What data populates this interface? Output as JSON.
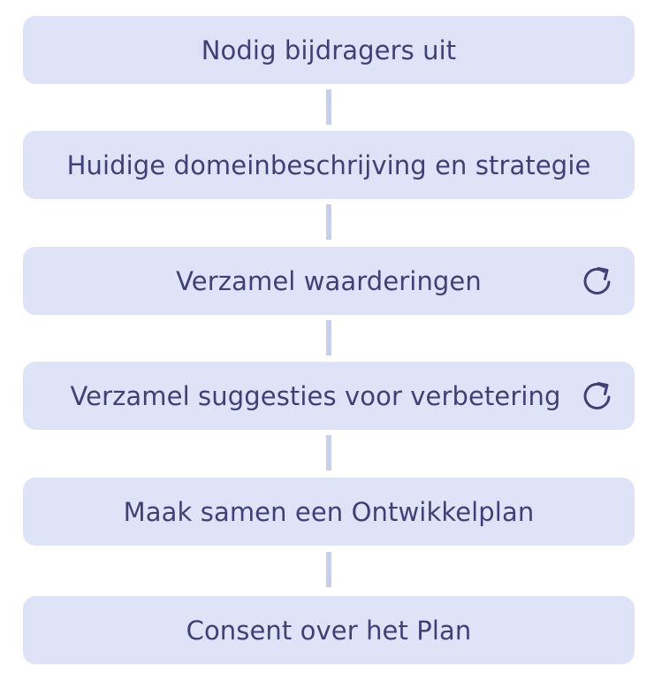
{
  "flow": {
    "steps": [
      {
        "label": "Nodig bijdragers uit",
        "repeat_icon": false
      },
      {
        "label": "Huidige domeinbeschrijving en strategie",
        "repeat_icon": false
      },
      {
        "label": "Verzamel waarderingen",
        "repeat_icon": true
      },
      {
        "label": "Verzamel suggesties voor verbetering",
        "repeat_icon": true
      },
      {
        "label": "Maak samen een Ontwikkelplan",
        "repeat_icon": false
      },
      {
        "label": "Consent over het Plan",
        "repeat_icon": false
      }
    ],
    "icons": {
      "repeat": "refresh-icon"
    },
    "colors": {
      "box_fill": "#dfe3f8",
      "text": "#3f4176",
      "connector": "#c7cfea",
      "icon": "#3f4176"
    }
  }
}
